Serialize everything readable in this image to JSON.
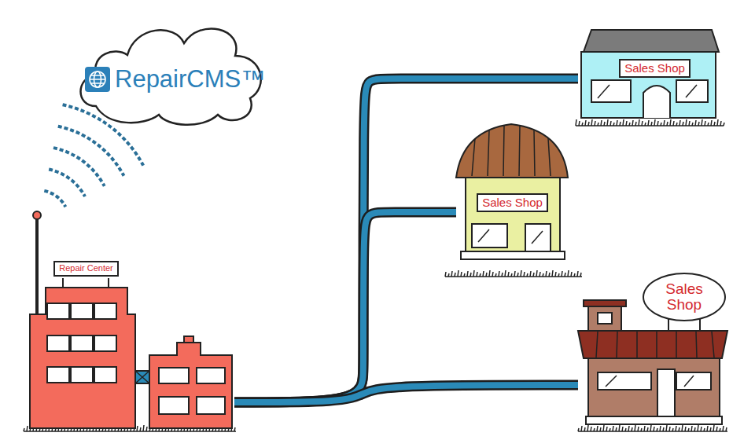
{
  "diagram": {
    "nodes": [
      {
        "text": [
          "RepairCMS™"
        ]
      },
      {
        "text": [
          "Repair Center"
        ]
      },
      {
        "text": [
          "Sales Shop"
        ]
      },
      {
        "text": [
          "Sales Shop"
        ]
      },
      {
        "text": [
          "Sales Shop"
        ]
      }
    ],
    "edges": [
      {
        "from": 1,
        "to": 2,
        "arrow": "none"
      },
      {
        "from": 1,
        "to": 3,
        "arrow": "none"
      },
      {
        "from": 1,
        "to": 4,
        "arrow": "none"
      }
    ]
  }
}
